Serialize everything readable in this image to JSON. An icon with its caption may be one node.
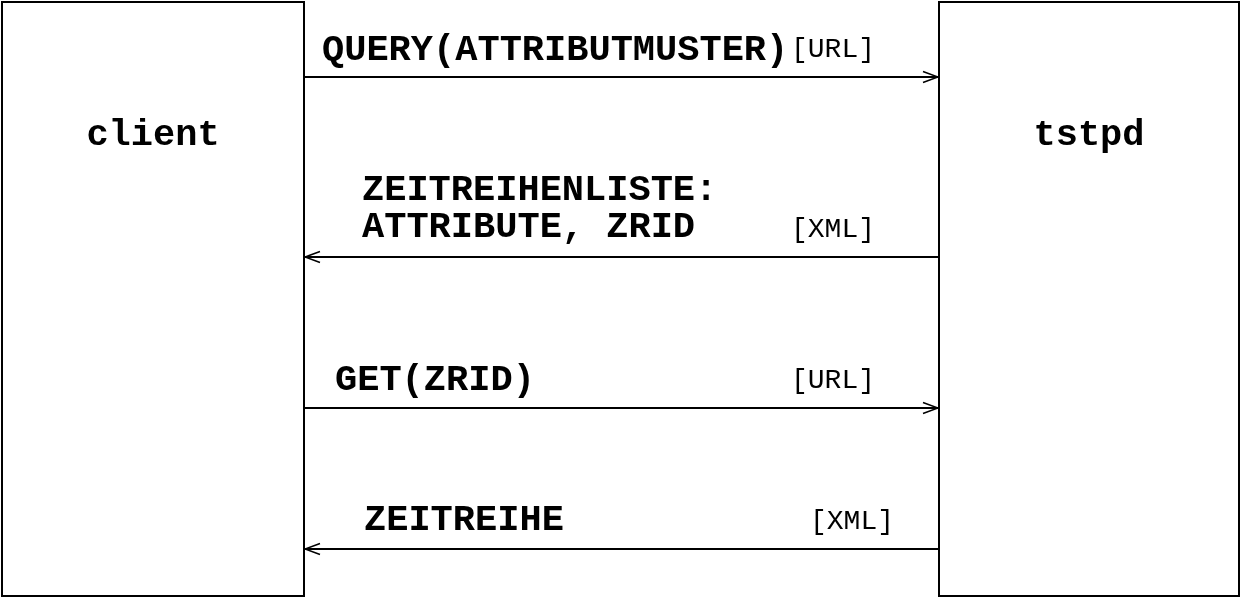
{
  "diagram": {
    "nodes": [
      {
        "text": [
          "client"
        ]
      },
      {
        "text": [
          "tstpd"
        ]
      }
    ],
    "edges": [
      {
        "from": 0,
        "to": 1,
        "arrow": "to",
        "label": "QUERY(ATTRIBUTMUSTER)"
      },
      {
        "from": 1,
        "to": 0,
        "arrow": "to",
        "label": "ZEITREIHENLISTE: ATTRIBUTE, ZRID"
      },
      {
        "from": 0,
        "to": 1,
        "arrow": "to",
        "label": "GET(ZRID)"
      },
      {
        "from": 1,
        "to": 0,
        "arrow": "to",
        "label": "ZEITREIHE"
      }
    ],
    "labels": [
      "[URL]",
      "[XML]",
      "[URL]",
      "[XML]"
    ]
  }
}
